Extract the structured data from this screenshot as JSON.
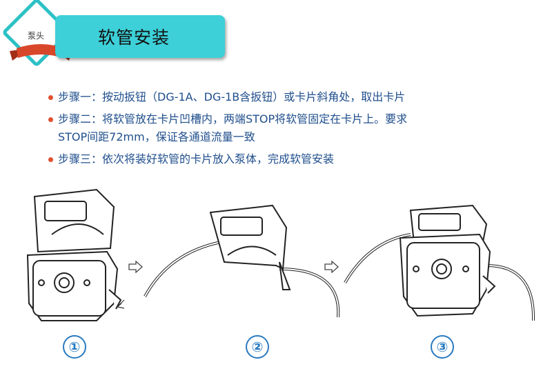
{
  "header": {
    "badge_label": "泵头",
    "title": "软管安装"
  },
  "steps": [
    {
      "lines": [
        "步骤一：按动扳钮（DG-1A、DG-1B含扳钮）或卡片斜角处，取出卡片"
      ]
    },
    {
      "lines": [
        "步骤二：将软管放在卡片凹槽内，两端STOP将软管固定在卡片上。要求",
        "STOP间距72mm，保证各通道流量一致"
      ]
    },
    {
      "lines": [
        "步骤三：依次将装好软管的卡片放入泵体，完成软管安装"
      ]
    }
  ],
  "figures": [
    {
      "number": "①"
    },
    {
      "number": "②"
    },
    {
      "number": "③"
    }
  ],
  "colors": {
    "accent": "#3dd0d8",
    "text": "#1f4e8c",
    "bullet": "#e2502e",
    "ribbon": "#d9472b"
  }
}
